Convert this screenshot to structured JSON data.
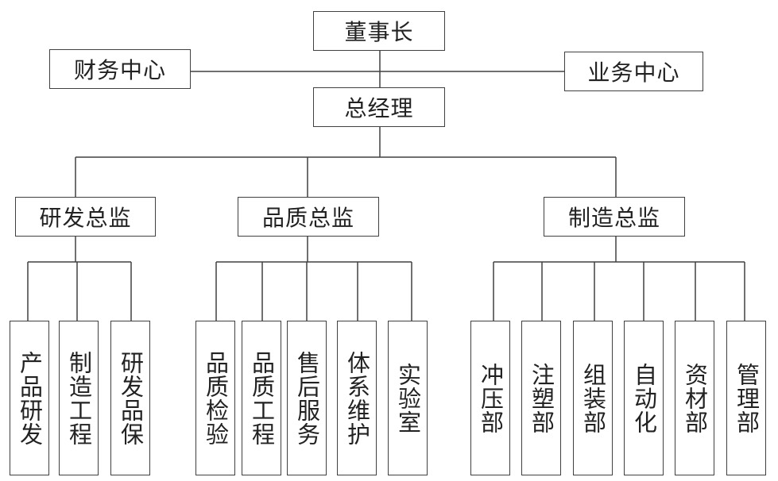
{
  "chairman": "董事长",
  "finance": "财务中心",
  "business": "业务中心",
  "gm": "总经理",
  "directors": {
    "rd": "研发总监",
    "quality": "品质总监",
    "manufacturing": "制造总监"
  },
  "rd_depts": [
    "产品研发",
    "制造工程",
    "研发品保"
  ],
  "quality_depts": [
    "品质检验",
    "品质工程",
    "售后服务",
    "体系维护",
    "实验室"
  ],
  "mfg_depts": [
    "冲压部",
    "注塑部",
    "组装部",
    "自动化",
    "资材部",
    "管理部"
  ]
}
